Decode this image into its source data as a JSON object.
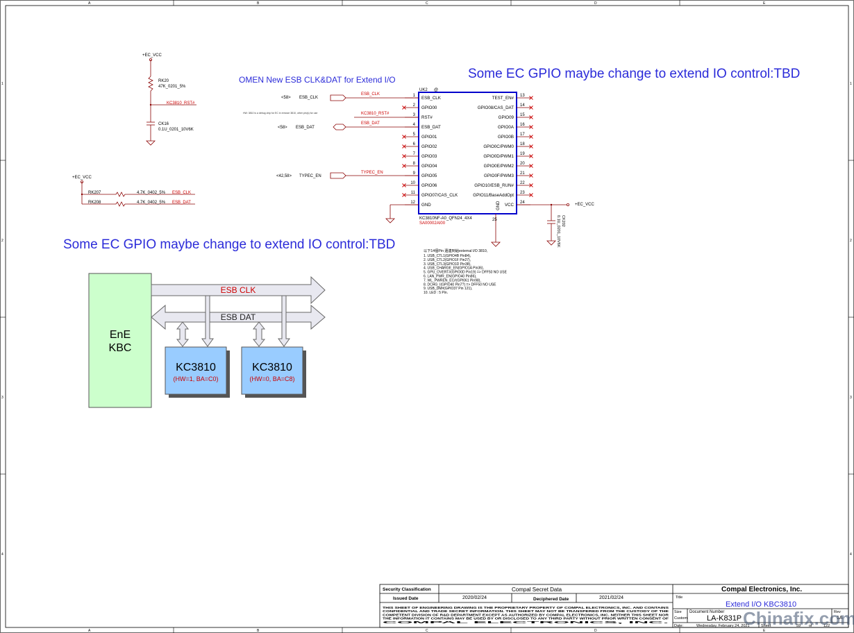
{
  "notes": {
    "omen_note": "OMEN New ESB CLK&DAT for Extend I/O",
    "tbd_note_top": "Some EC GPIO maybe change to extend IO control:TBD",
    "tbd_note_mid": "Some EC GPIO maybe change to extend IO control:TBD",
    "small_note": "HW: 3810 is a debug chip for EC in remove 3810, other pin(s) for use",
    "pin_list_header": "以下14個Pin 還連到給external I/O 3810,",
    "pin_list": [
      "1. USB_CTL1(GPIO4B Pin84),",
      "2. USB_CTL2(GPIO1F Pin27),",
      "3. USB_CTL3(GPIO1D Pin38),",
      "4. USB_CHARGE_EN(GPIO1A Pin36),",
      "5. GPU_OVERT#(GPIO0D Pin19) => DFF50 NO USE",
      "6. LAN_PWR_EN(GPIO40 Pin86),",
      "7. WL_PWREN_EC#(GPI061 Pin98),",
      "8. DCHG_I(GPIO40 Pin7?)       => DFF50 NO USE",
      "9. USB_DM#(GPIO37 Pin 121),",
      "10. LED : 5 Pin."
    ]
  },
  "power": {
    "ec_vcc_top": "+EC_VCC",
    "ec_vcc_left": "+EC_VCC",
    "ec_vcc_right": "+EC_VCC"
  },
  "components": {
    "rk20_ref": "RK20",
    "rk20_val": "47K_0201_5%",
    "ck16_ref": "CK16",
    "ck16_val": "0.1U_0201_10V6K",
    "rk207_ref": "RK207",
    "rk208_ref": "RK208",
    "pullup_val": "4.7K_0402_5%",
    "ck202_ref": "CK202",
    "ck202_val": "0.1U_0201_10V6K",
    "ic_ref": "UK2",
    "ic_part": "KC3810NF-A0_QFN24_4X4",
    "ic_sa": "SA00002AI00"
  },
  "nets": {
    "esb_clk": "ESB_CLK",
    "esb_dat": "ESB_DAT",
    "kc3810_rst": "KC3810_RST#",
    "typec_en": "TYPEC_EN",
    "off_esb_clk": "ESB_CLK",
    "off_esb_dat": "ESB_DAT",
    "off_typec_en": "TYPEC_EN",
    "off_ref_58": "<58>",
    "off_ref_58b": "<58>",
    "off_ref_4258": "<42,58>"
  },
  "ic_pins_left": [
    {
      "num": "1",
      "name": "ESB_CLK"
    },
    {
      "num": "2",
      "name": "GPIO00"
    },
    {
      "num": "3",
      "name": "RST#"
    },
    {
      "num": "4",
      "name": "ESB_DAT"
    },
    {
      "num": "5",
      "name": "GPIO01"
    },
    {
      "num": "6",
      "name": "GPIO02"
    },
    {
      "num": "7",
      "name": "GPIO03"
    },
    {
      "num": "8",
      "name": "GPIO04"
    },
    {
      "num": "9",
      "name": "GPIO05"
    },
    {
      "num": "10",
      "name": "GPIO06"
    },
    {
      "num": "11",
      "name": "GPIO07/CAS_CLK"
    },
    {
      "num": "12",
      "name": "GND"
    }
  ],
  "ic_pins_right": [
    {
      "num": "13",
      "name": "TEST_EN#"
    },
    {
      "num": "14",
      "name": "GPIO08/CAS_DAT"
    },
    {
      "num": "15",
      "name": "GPIO09"
    },
    {
      "num": "16",
      "name": "GPIO0A"
    },
    {
      "num": "17",
      "name": "GPIO0B"
    },
    {
      "num": "18",
      "name": "GPIO0C/PWM0"
    },
    {
      "num": "19",
      "name": "GPIO0D/PWM1"
    },
    {
      "num": "20",
      "name": "GPIO0E/PWM2"
    },
    {
      "num": "21",
      "name": "GPIO0F/PWM3"
    },
    {
      "num": "22",
      "name": "GPIO10/ESB_RUN#"
    },
    {
      "num": "23",
      "name": "GPIO11/BaseAddOpt"
    },
    {
      "num": "24",
      "name": "VCC"
    }
  ],
  "ic_bottom": {
    "gnd": "GND",
    "pad": "25"
  },
  "block_diagram": {
    "kbc_line1": "EnE",
    "kbc_line2": "KBC",
    "bus_clk": "ESB CLK",
    "bus_dat": "ESB DAT",
    "chip1_name": "KC3810",
    "chip1_cfg": "(HW=1, BA=C0)",
    "chip2_name": "KC3810",
    "chip2_cfg": "(HW=0, BA=C8)"
  },
  "border": {
    "cols": [
      "A",
      "B",
      "C",
      "D",
      "E"
    ],
    "rows": [
      "1",
      "2",
      "3",
      "4"
    ]
  },
  "title_block": {
    "security_label": "Security Classification",
    "security_value": "Compal Secret Data",
    "company": "Compal Electronics, Inc.",
    "issued_label": "Issued Date",
    "issued_value": "2020/02/24",
    "deciphered_label": "Deciphered Date",
    "deciphered_value": "2021/02/24",
    "title_label": "Title",
    "title_value": "Extend I/O KBC3810",
    "size_label": "Size",
    "docnum_label": "Document Number",
    "rev_label": "Rev",
    "custom_label": "Custom",
    "docnum_value": "LA-K831P",
    "rev_value": "1A",
    "date_label": "Date:",
    "date_value": "Wednesday, February 24, 2021",
    "sheet_label": "Sheet",
    "sheet_value": "59",
    "of_label": "of",
    "sheet_total": "122",
    "legal": "THIS SHEET OF ENGINEERING DRAWING IS THE PROPRIETARY PROPERTY OF COMPAL ELECTRONICS, INC. AND CONTAINS CONFIDENTIAL AND TRADE SECRET INFORMATION. THIS SHEET MAY NOT BE TRANSFERED FROM THE CUSTODY OF THE COMPETENT DIVISION OF R&D DEPARTMENT EXCEPT AS AUTHORIZED BY COMPAL ELECTRONICS, INC. NEITHER THIS SHEET NOR THE INFORMATION IT CONTAINS MAY BE USED BY OR DISCLOSED TO ANY THIRD PARTY WITHOUT PRIOR WRITTEN CONSENT OF COMPAL ELECTRONICS, INC."
  },
  "watermark": "Chinafix.com",
  "colors": {
    "wire": "#8a0000",
    "ic_border": "#0000cc",
    "net_label": "#cc0000",
    "note": "#2b2bd9",
    "kbc_fill": "#ccffcc",
    "chip_fill": "#99ccff",
    "bus_fill": "#e8e8f0"
  }
}
